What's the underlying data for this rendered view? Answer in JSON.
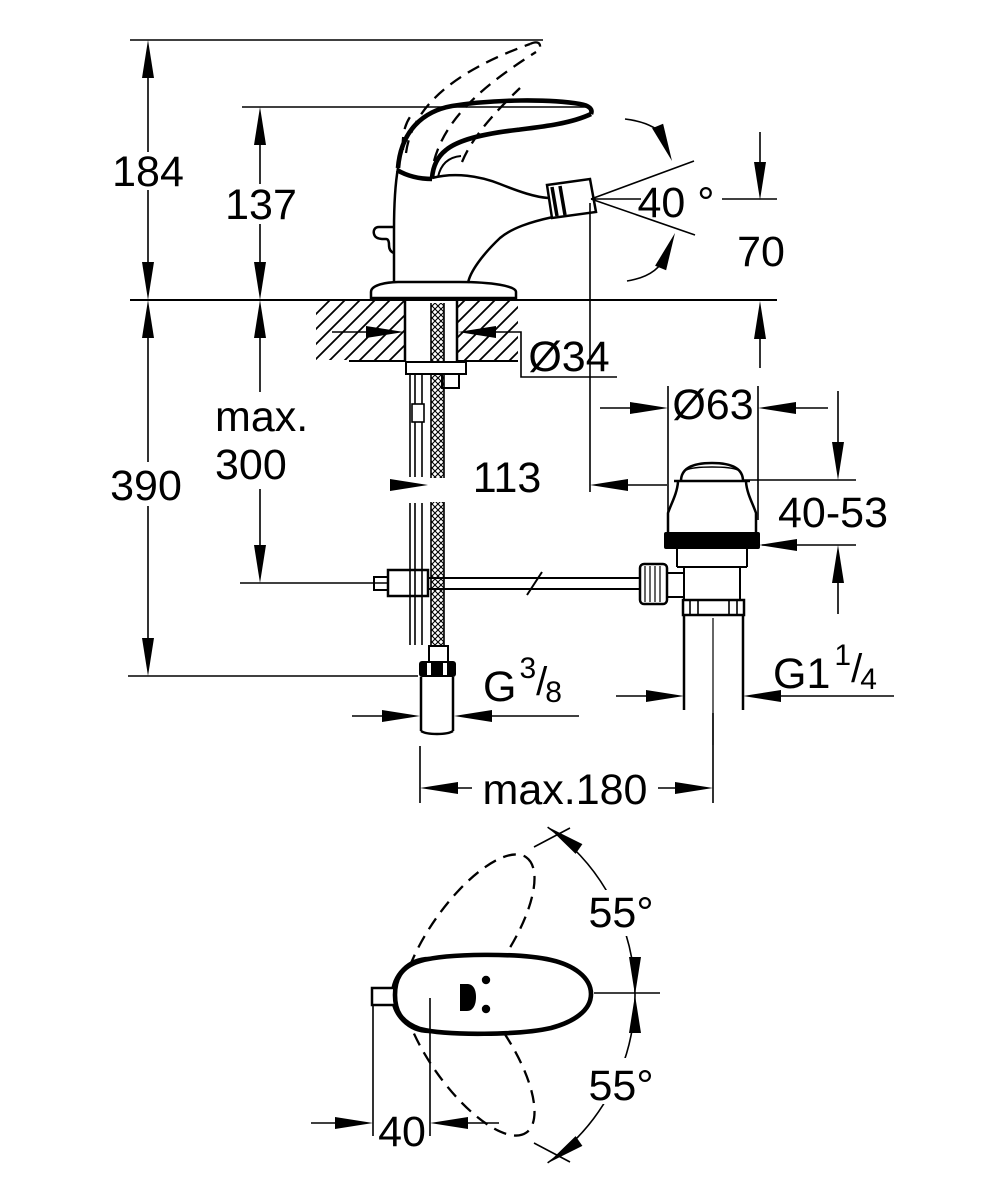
{
  "colors": {
    "ink": "#000000",
    "paper": "#ffffff"
  },
  "side_view": {
    "dimensions": {
      "overall_height": "184",
      "spout_tip_height": "137",
      "spout_angle": "40 °",
      "outlet_height": "70",
      "mounting_hole_diameter": "Ø34",
      "hose_length_line1": "max.",
      "hose_length_line2": "300",
      "overall_depth": "390",
      "spout_projection": "113",
      "waste_knob_diameter": "Ø63",
      "deck_thickness_range": "40-53",
      "supply_thread": {
        "prefix": "G",
        "numerator": "3",
        "slash": "/",
        "denominator": "8"
      },
      "waste_thread": {
        "prefix": "G1",
        "numerator": "1",
        "slash": "/",
        "denominator": "4"
      },
      "max_depth_to_waste": "max.180"
    }
  },
  "bottom_view": {
    "dimensions": {
      "handle_swivel_up": "55°",
      "handle_swivel_down": "55°",
      "rod_offset": "40"
    }
  }
}
